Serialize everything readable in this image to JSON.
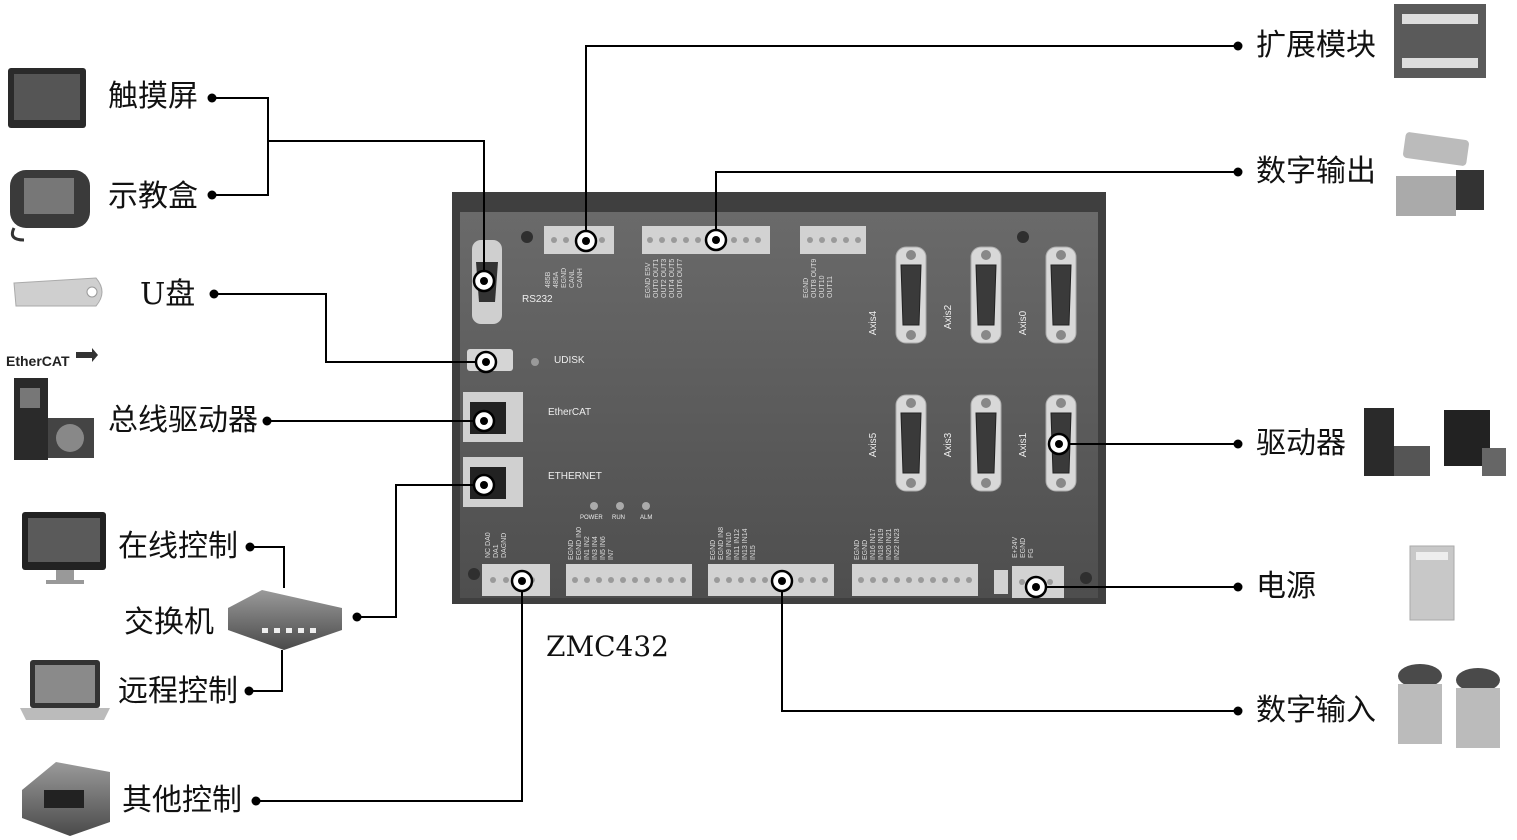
{
  "controller": {
    "model": "ZMC432",
    "ports": {
      "rs232": "RS232",
      "udisk": "UDISK",
      "ethercat": "EtherCAT",
      "ethernet": "ETHERNET",
      "led_power": "POWER",
      "led_run": "RUN",
      "led_alm": "ALM",
      "axis4": "Axis4",
      "axis2": "Axis2",
      "axis0": "Axis0",
      "axis5": "Axis5",
      "axis3": "Axis3",
      "axis1": "Axis1"
    },
    "pins": {
      "can": "485B 485A EGND CANL CANH",
      "out": "EGND E5V OUT0 OUT1 OUT2 OUT3 OUT4 OUT5 OUT6 OUT7",
      "out2": "EGND OUT8 OUT9 OUT10 OUT11",
      "da": "NC DA0 DA1 DAGND",
      "in1": "EGND EGND IN0 IN1 IN2 IN3 IN4 IN5 IN6 IN7",
      "in2": "EGND EGND IN8 IN9 IN10 IN11 IN12 IN13 IN14 IN15",
      "in3": "EGND EGND IN16 IN17 IN18 IN19 IN20 IN21 IN22 IN23",
      "pwr": "E+24V EGND FG"
    }
  },
  "left_labels": {
    "touchscreen": "触摸屏",
    "teach_pendant": "示教盒",
    "usb_disk": "U盘",
    "ethercat_logo": "EtherCAT",
    "bus_driver": "总线驱动器",
    "online_control": "在线控制",
    "switch": "交换机",
    "remote_control": "远程控制",
    "other_control": "其他控制"
  },
  "right_labels": {
    "expansion_module": "扩展模块",
    "digital_output": "数字输出",
    "driver": "驱动器",
    "power_supply": "电源",
    "digital_input": "数字输入"
  }
}
